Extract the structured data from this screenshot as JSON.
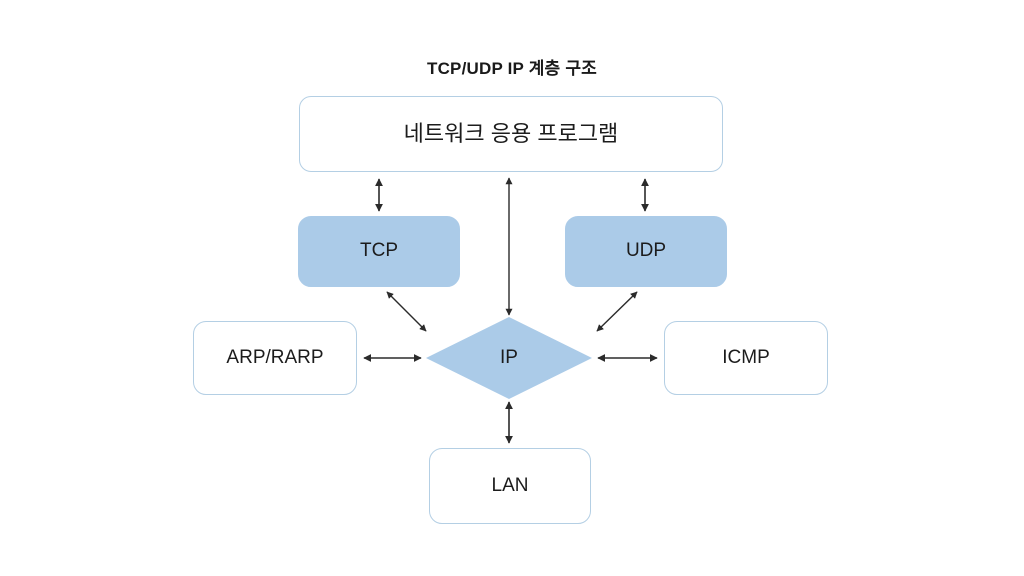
{
  "diagram": {
    "title": "TCP/UDP IP 계층 구조",
    "background_color": "#ffffff",
    "accent_fill": "#abcbe8",
    "border_color": "#b4cfe4",
    "text_color": "#1c1c1c",
    "arrow_color": "#2b2b2b",
    "nodes": [
      {
        "id": "app",
        "label": "네트워크 응용 프로그램",
        "shape": "rounded-rect",
        "fill": "#ffffff",
        "layer": "application"
      },
      {
        "id": "tcp",
        "label": "TCP",
        "shape": "rounded-rect",
        "fill": "#abcbe8",
        "layer": "transport"
      },
      {
        "id": "udp",
        "label": "UDP",
        "shape": "rounded-rect",
        "fill": "#abcbe8",
        "layer": "transport"
      },
      {
        "id": "arp",
        "label": "ARP/RARP",
        "shape": "rounded-rect",
        "fill": "#ffffff",
        "layer": "network"
      },
      {
        "id": "ip",
        "label": "IP",
        "shape": "diamond",
        "fill": "#abcbe8",
        "layer": "network"
      },
      {
        "id": "icmp",
        "label": "ICMP",
        "shape": "rounded-rect",
        "fill": "#ffffff",
        "layer": "network"
      },
      {
        "id": "lan",
        "label": "LAN",
        "shape": "rounded-rect",
        "fill": "#ffffff",
        "layer": "link"
      }
    ],
    "connections": [
      {
        "from": "app",
        "to": "tcp",
        "style": "double-arrow",
        "direction": "vertical"
      },
      {
        "from": "app",
        "to": "ip",
        "style": "double-arrow",
        "direction": "vertical"
      },
      {
        "from": "app",
        "to": "udp",
        "style": "double-arrow",
        "direction": "vertical"
      },
      {
        "from": "tcp",
        "to": "ip",
        "style": "double-arrow",
        "direction": "diagonal"
      },
      {
        "from": "udp",
        "to": "ip",
        "style": "double-arrow",
        "direction": "diagonal"
      },
      {
        "from": "arp",
        "to": "ip",
        "style": "double-arrow",
        "direction": "horizontal"
      },
      {
        "from": "ip",
        "to": "icmp",
        "style": "double-arrow",
        "direction": "horizontal"
      },
      {
        "from": "ip",
        "to": "lan",
        "style": "double-arrow",
        "direction": "vertical"
      }
    ]
  }
}
